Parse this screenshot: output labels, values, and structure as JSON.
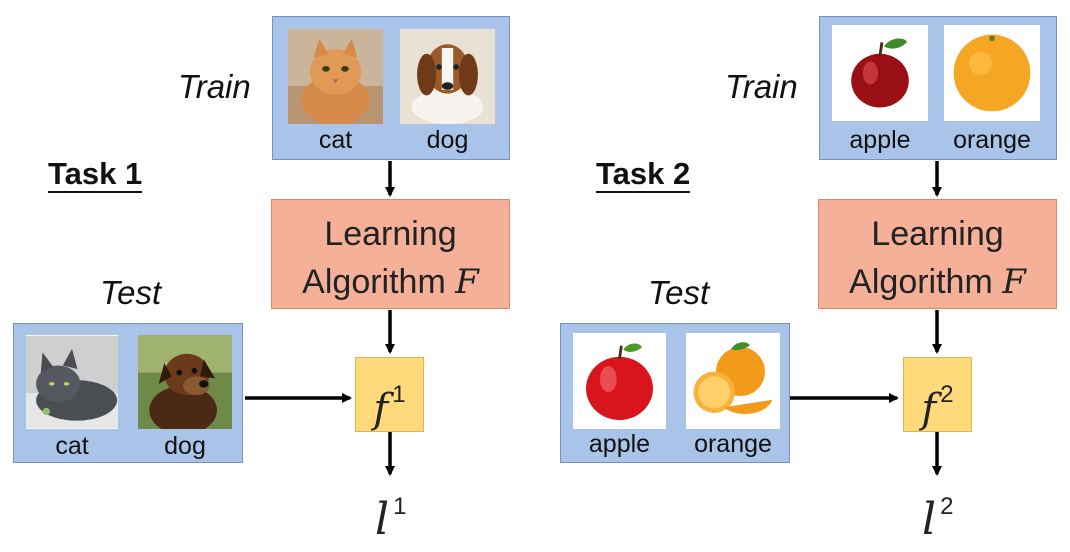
{
  "task1": {
    "title": "Task 1",
    "train_label": "Train",
    "test_label": "Test",
    "train_images": [
      {
        "icon": "cat-photo",
        "caption": "cat"
      },
      {
        "icon": "dog-photo",
        "caption": "dog"
      }
    ],
    "test_images": [
      {
        "icon": "cat-photo",
        "caption": "cat"
      },
      {
        "icon": "dog-photo",
        "caption": "dog"
      }
    ],
    "algorithm": {
      "line1": "Learning",
      "line2": "Algorithm",
      "var": "F"
    },
    "model": {
      "symbol": "f",
      "index": "1"
    },
    "loss": {
      "symbol": "l",
      "index": "1"
    }
  },
  "task2": {
    "title": "Task 2",
    "train_label": "Train",
    "test_label": "Test",
    "train_images": [
      {
        "icon": "apple-photo",
        "caption": "apple"
      },
      {
        "icon": "orange-photo",
        "caption": "orange"
      }
    ],
    "test_images": [
      {
        "icon": "apple-photo",
        "caption": "apple"
      },
      {
        "icon": "orange-photo",
        "caption": "orange"
      }
    ],
    "algorithm": {
      "line1": "Learning",
      "line2": "Algorithm",
      "var": "F"
    },
    "model": {
      "symbol": "f",
      "index": "2"
    },
    "loss": {
      "symbol": "l",
      "index": "2"
    }
  },
  "colors": {
    "image_panel": "#a9c4e8",
    "algorithm_box": "#f4b098",
    "model_box": "#ffd97a",
    "arrow": "#000000"
  }
}
